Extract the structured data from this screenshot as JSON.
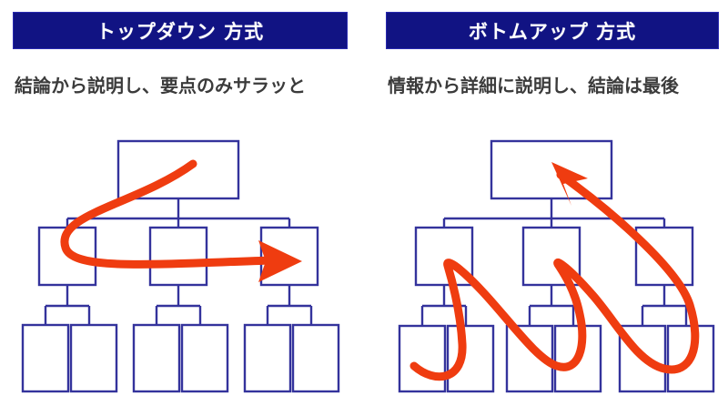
{
  "panels": [
    {
      "id": "top-down",
      "title": "トップダウン 方式",
      "subtitle": "結論から説明し、要点のみサラッと",
      "arrow_description": "上位から下位へ向かう曲線矢印（右向き）",
      "chart": {
        "levels": 3,
        "top_nodes": 1,
        "middle_nodes": 3,
        "bottom_nodes": 6
      }
    },
    {
      "id": "bottom-up",
      "title": "ボトムアップ 方式",
      "subtitle": "情報から詳細に説明し、結論は最後",
      "arrow_description": "下位から上位へ蛇行して上がる矢印（左上向き）",
      "chart": {
        "levels": 3,
        "top_nodes": 1,
        "middle_nodes": 3,
        "bottom_nodes": 6
      }
    }
  ],
  "colors": {
    "title_bar_background": "#111383",
    "title_text": "#ffffff",
    "subtitle_text": "#3b3b3b",
    "node_border": "#34339c",
    "node_fill": "#ffffff",
    "arrow": "#ef3c10",
    "page_background": "#ffffff"
  }
}
